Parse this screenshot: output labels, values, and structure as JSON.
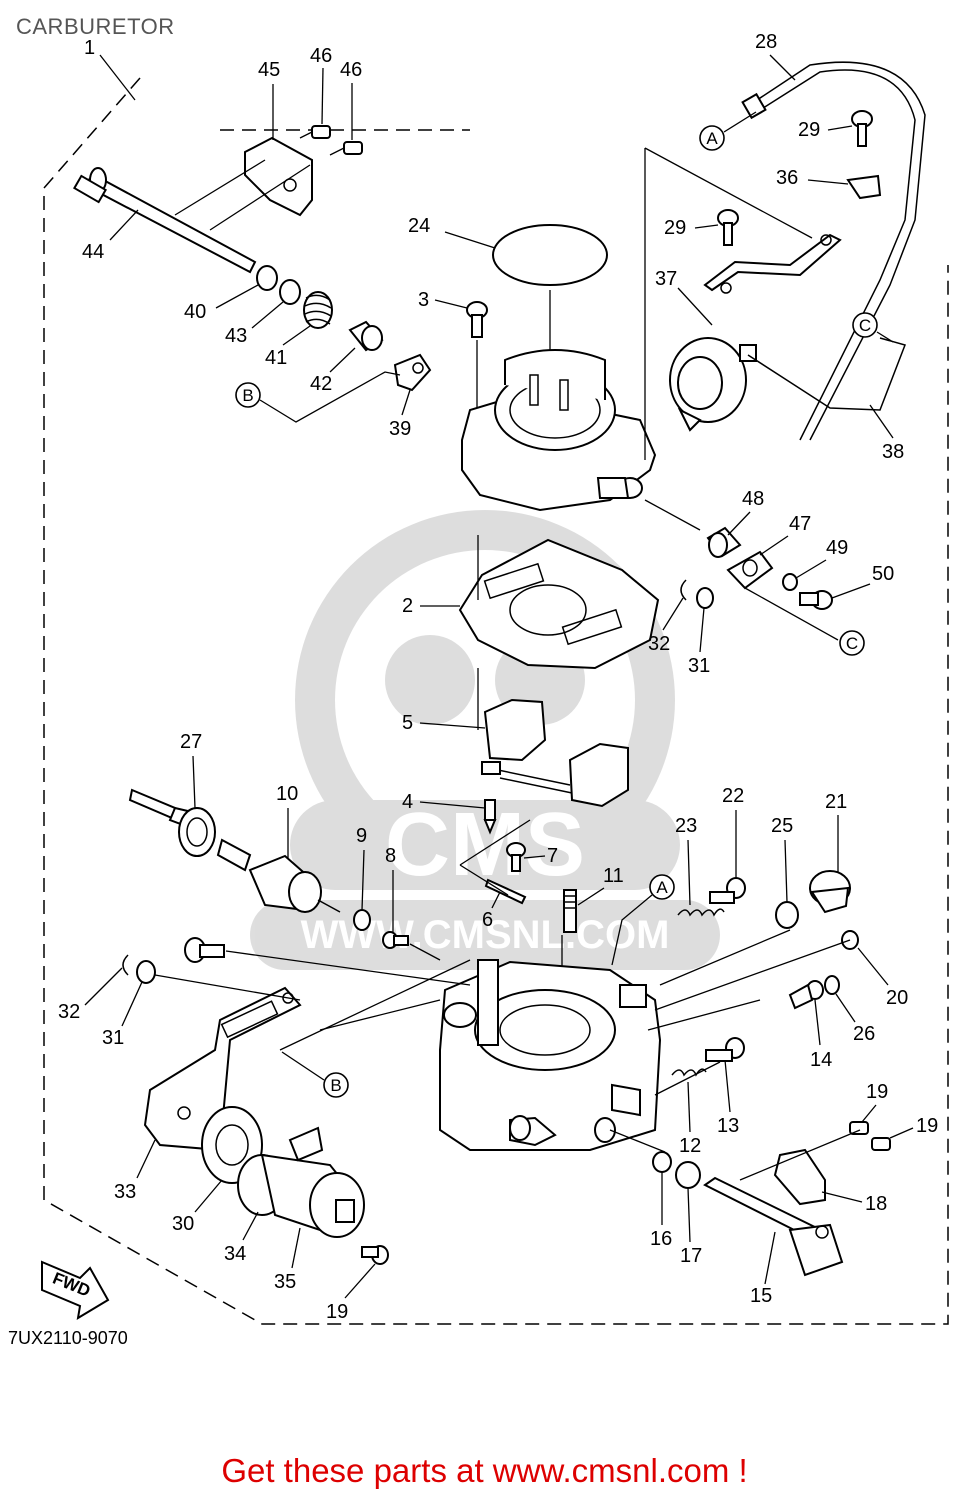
{
  "title": "CARBURETOR",
  "diagram_code": "7UX2110-9070",
  "footer": "Get these parts at www.cmsnl.com !",
  "fwd_label": "FWD",
  "watermark_text": "WWW.CMSNL.COM",
  "watermark_logo": "CMS",
  "ref_letters": [
    "A",
    "B",
    "C"
  ],
  "part_numbers": [
    "1",
    "2",
    "3",
    "4",
    "5",
    "6",
    "7",
    "8",
    "9",
    "10",
    "11",
    "12",
    "13",
    "14",
    "15",
    "16",
    "17",
    "18",
    "19",
    "20",
    "21",
    "22",
    "23",
    "24",
    "25",
    "26",
    "27",
    "28",
    "29",
    "30",
    "31",
    "32",
    "33",
    "34",
    "35",
    "36",
    "37",
    "38",
    "39",
    "40",
    "41",
    "42",
    "43",
    "44",
    "45",
    "46",
    "47",
    "48",
    "49",
    "50"
  ]
}
